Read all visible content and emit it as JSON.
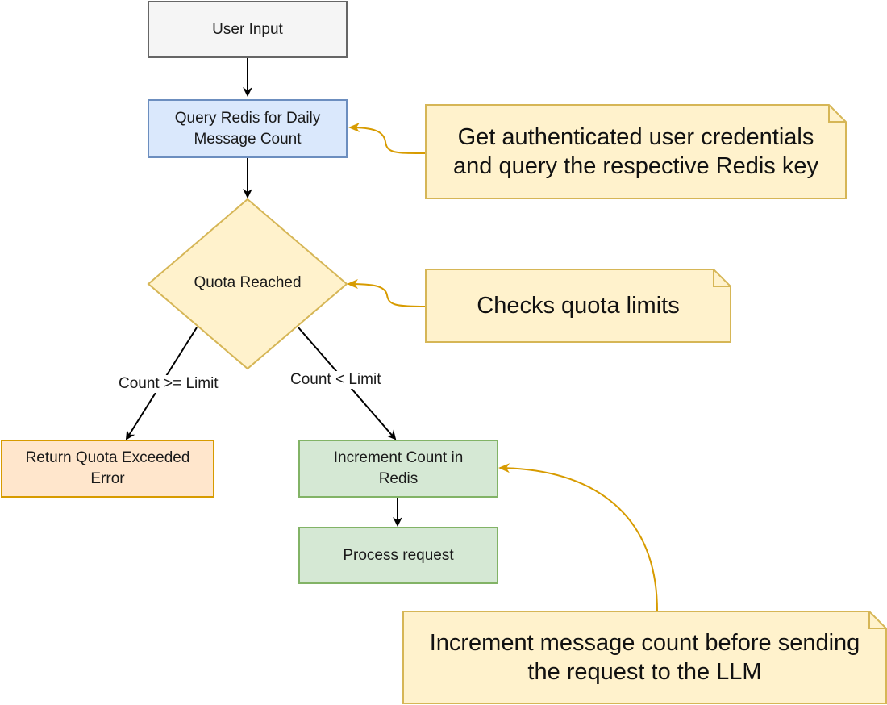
{
  "diagram": {
    "type": "flowchart",
    "nodes": {
      "user_input": {
        "label": "User Input",
        "shape": "rectangle",
        "fill": "#f5f5f5",
        "stroke": "#666666"
      },
      "query_redis": {
        "label": "Query Redis for Daily Message Count",
        "line1": "Query Redis for Daily",
        "line2": "Message Count",
        "shape": "rectangle",
        "fill": "#dae8fc",
        "stroke": "#6c8ebf"
      },
      "quota_reached": {
        "label": "Quota Reached",
        "shape": "diamond",
        "fill": "#fff2cc",
        "stroke": "#d6b656"
      },
      "return_error": {
        "label": "Return Quota Exceeded Error",
        "line1": "Return Quota Exceeded",
        "line2": "Error",
        "shape": "rectangle",
        "fill": "#ffe6cc",
        "stroke": "#d79b00"
      },
      "increment_count": {
        "label": "Increment Count in Redis",
        "line1": "Increment Count in",
        "line2": "Redis",
        "shape": "rectangle",
        "fill": "#d5e8d4",
        "stroke": "#82b366"
      },
      "process_request": {
        "label": "Process request",
        "shape": "rectangle",
        "fill": "#d5e8d4",
        "stroke": "#82b366"
      }
    },
    "notes": {
      "note_credentials": {
        "line1": "Get authenticated user credentials",
        "line2": "and query the respective Redis key",
        "fill": "#fff2cc",
        "stroke": "#d6b656"
      },
      "note_quota": {
        "line1": "Checks quota limits",
        "fill": "#fff2cc",
        "stroke": "#d6b656"
      },
      "note_increment": {
        "line1": "Increment message count before sending",
        "line2": "the request to the LLM",
        "fill": "#fff2cc",
        "stroke": "#d6b656"
      }
    },
    "edges": [
      {
        "from": "user_input",
        "to": "query_redis",
        "label": ""
      },
      {
        "from": "query_redis",
        "to": "quota_reached",
        "label": ""
      },
      {
        "from": "quota_reached",
        "to": "return_error",
        "label": "Count >= Limit"
      },
      {
        "from": "quota_reached",
        "to": "increment_count",
        "label": "Count < Limit"
      },
      {
        "from": "increment_count",
        "to": "process_request",
        "label": ""
      },
      {
        "from": "note_credentials",
        "to": "query_redis",
        "label": "",
        "style": "annotation"
      },
      {
        "from": "note_quota",
        "to": "quota_reached",
        "label": "",
        "style": "annotation"
      },
      {
        "from": "note_increment",
        "to": "increment_count",
        "label": "",
        "style": "annotation"
      }
    ],
    "colors": {
      "edge": "#000000",
      "annotation_edge": "#d79b00"
    }
  }
}
